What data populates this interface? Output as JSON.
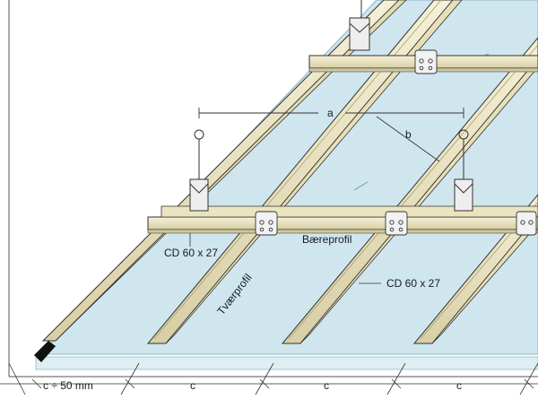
{
  "diagram": {
    "labels": {
      "cd_top": "CD 60 x 27",
      "baereprofil": "Bæreprofil",
      "cd_right": "CD 60 x 27",
      "tvaerprofil": "Tværprofil"
    },
    "dimensions": {
      "a": "a",
      "b": "b",
      "edge": "c ÷ 50 mm",
      "c1": "c",
      "c2": "c",
      "c3": "c"
    },
    "colors": {
      "board": "#cfe6ef",
      "board_edge": "#8fb6c4",
      "profile": "#efe9c8",
      "profile_shade": "#d4cca2",
      "line": "#333333",
      "wall": "#d9d9d9"
    }
  }
}
